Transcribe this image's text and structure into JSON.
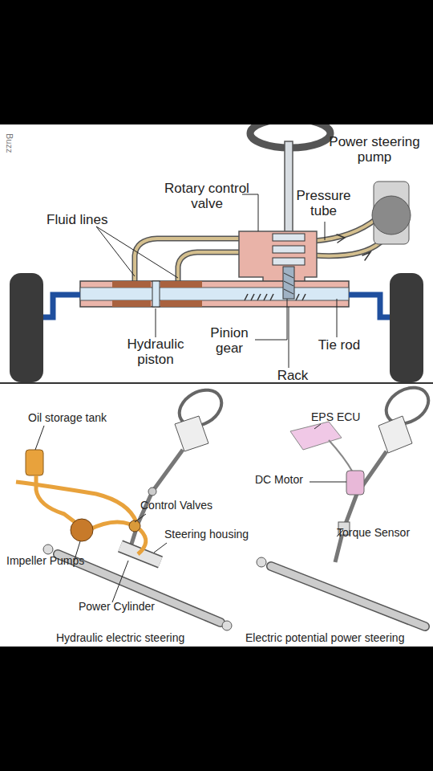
{
  "diagram": {
    "labels": [
      "Buzz",
      "Power steering pump",
      "Rotary control valve",
      "Pressure tube",
      "Fluid lines",
      "Pinion gear",
      "Hydraulic piston",
      "Tie rod",
      "Rack",
      "Oil storage tank",
      "EPS ECU",
      "DC Motor",
      "Control Valves",
      "Steering housing",
      "Torque Sensor",
      "Impeller Pumps",
      "Power Cylinder",
      "Hydraulic electric steering",
      "Electric potential power steering"
    ]
  }
}
